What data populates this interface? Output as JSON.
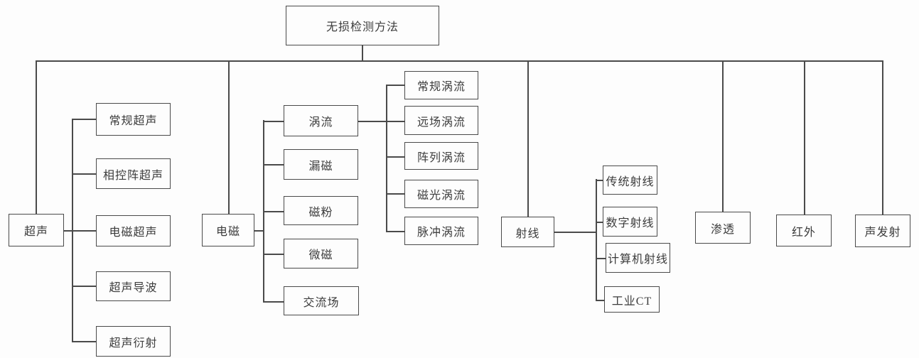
{
  "tree": {
    "root": "无损检测方法",
    "ultrasonic": {
      "label": "超声",
      "children": [
        "常规超声",
        "相控阵超声",
        "电磁超声",
        "超声导波",
        "超声衍射"
      ]
    },
    "electromagnetic": {
      "label": "电磁",
      "children": [
        "涡流",
        "漏磁",
        "磁粉",
        "微磁",
        "交流场"
      ],
      "eddy_current_children": [
        "常规涡流",
        "远场涡流",
        "阵列涡流",
        "磁光涡流",
        "脉冲涡流"
      ]
    },
    "radiography": {
      "label": "射线",
      "children": [
        "传统射线",
        "数字射线",
        "计算机射线",
        "工业CT"
      ]
    },
    "penetrant": {
      "label": "渗透"
    },
    "infrared": {
      "label": "红外"
    },
    "acoustic_emission": {
      "label": "声发射"
    }
  },
  "colors": {
    "line": "#4a4a4a",
    "text": "#3c3c3c",
    "background": "#fdfdfd"
  }
}
